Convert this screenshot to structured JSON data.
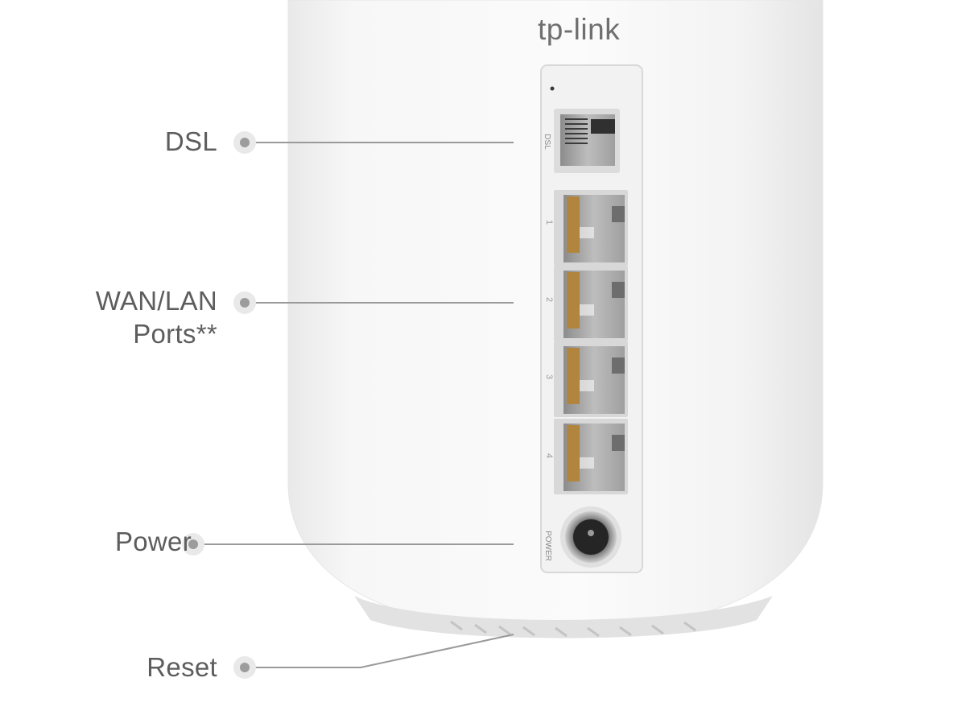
{
  "brand": {
    "logo_text": "tp-link"
  },
  "device": {
    "port_labels": {
      "dsl": "DSL",
      "lan_numbers": [
        "1",
        "2",
        "3",
        "4"
      ],
      "power": "POWER"
    }
  },
  "callouts": [
    {
      "id": "dsl",
      "text": "DSL"
    },
    {
      "id": "wan_lan",
      "text_line1": "WAN/LAN",
      "text_line2": "Ports**"
    },
    {
      "id": "power",
      "text": "Power"
    },
    {
      "id": "reset",
      "text": "Reset"
    }
  ],
  "colors": {
    "background": "#ffffff",
    "device_body": "#f6f6f6",
    "panel": "#f2f2f2",
    "port_metal": "#b7b7b7",
    "callout_line": "#9a9a9a",
    "callout_text": "#5d5d5d"
  }
}
